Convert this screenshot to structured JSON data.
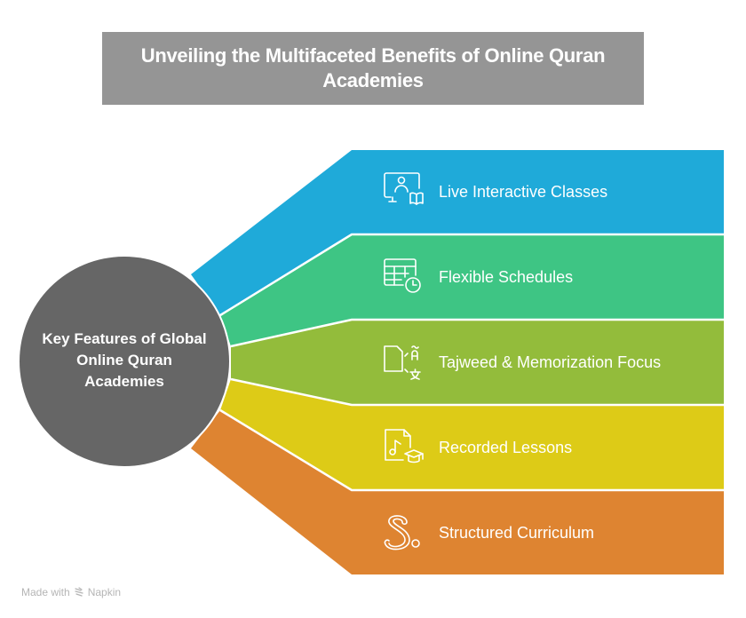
{
  "title": "Unveiling the Multifaceted Benefits of Online Quran Academies",
  "center": {
    "label": "Key Features of Global Online Quran Academies",
    "color": "#666666"
  },
  "features": [
    {
      "label": "Live Interactive Classes",
      "icon": "online-teacher-book-icon",
      "color": "#1FAAD9"
    },
    {
      "label": "Flexible Schedules",
      "icon": "calendar-clock-icon",
      "color": "#3EC584"
    },
    {
      "label": "Tajweed & Memorization Focus",
      "icon": "translate-document-icon",
      "color": "#93BC3B"
    },
    {
      "label": "Recorded Lessons",
      "icon": "music-file-graduation-icon",
      "color": "#DDCB17"
    },
    {
      "label": "Structured Curriculum",
      "icon": "curriculum-path-icon",
      "color": "#DE8431"
    }
  ],
  "footer": {
    "made_with": "Made with",
    "brand": "Napkin"
  }
}
